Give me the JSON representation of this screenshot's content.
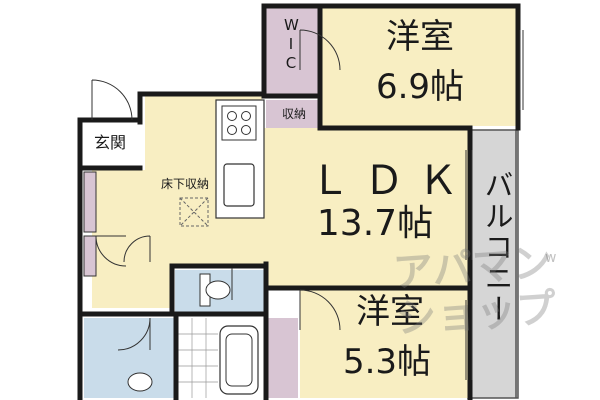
{
  "rooms": {
    "western_room_1": {
      "name": "洋室",
      "area": "6.9帖"
    },
    "ldk": {
      "name": "ＬＤＫ",
      "area": "13.7帖"
    },
    "western_room_2": {
      "name": "洋室",
      "area": "5.3帖"
    },
    "wic": {
      "name": "WIC"
    },
    "storage": {
      "name": "収納"
    },
    "underfloor_storage": {
      "name": "床下収納"
    },
    "entrance": {
      "name": "玄関"
    },
    "balcony": {
      "name": "バルコニー"
    }
  },
  "watermark": {
    "text": "アパマンショップ",
    "logo_suffix": "w"
  },
  "colors": {
    "wall": "#1a1a1a",
    "western_room_floor": "#f8eec2",
    "ldk_floor": "#f8eec2",
    "wet_area": "#c9dcea",
    "closet": "#d8c5d3",
    "balcony_floor": "#d6d6d6"
  }
}
